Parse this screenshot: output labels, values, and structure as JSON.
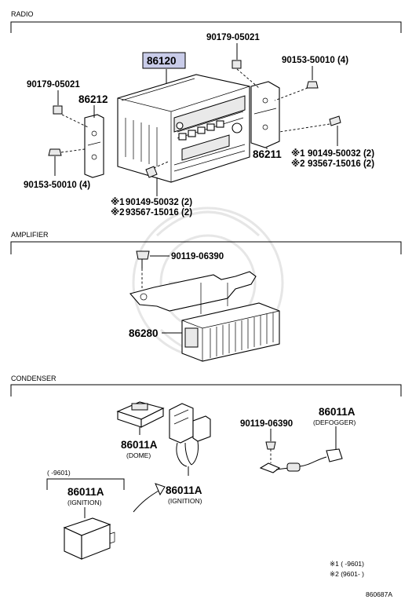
{
  "sections": {
    "radio": "RADIO",
    "amplifier": "AMPLIFIER",
    "condenser": "CONDENSER"
  },
  "radio_parts": {
    "p86120": "86120",
    "p86212": "86212",
    "p86211": "86211",
    "p9017905021_right": "90179-05021",
    "p9017905021_left": "90179-05021",
    "p9015350010_right": "90153-50010 (4)",
    "p9015350010_left": "90153-50010 (4)",
    "right_note1_mark": "※1",
    "right_note1_part": "90149-50032 (2)",
    "right_note2_mark": "※2",
    "right_note2_part": "93567-15016 (2)",
    "bottom_note1_mark": "※1",
    "bottom_note1_part": "90149-50032 (2)",
    "bottom_note2_mark": "※2",
    "bottom_note2_part": "93567-15016 (2)"
  },
  "amplifier_parts": {
    "p9011906390": "90119-06390",
    "p86280": "86280"
  },
  "condenser_parts": {
    "p9011906390": "90119-06390",
    "defogger_part": "86011A",
    "defogger_sub": "(DEFOGGER)",
    "dome_part": "86011A",
    "dome_sub": "(DOME)",
    "ignition_part": "86011A",
    "ignition_sub": "(IGNITION)",
    "box_range": "(    -9601)",
    "box_part": "86011A",
    "box_sub": "(IGNITION)"
  },
  "footnotes": {
    "n1": "※1 (    -9601)",
    "n2": "※2 (9601-    )"
  },
  "figure_code": "860687A"
}
